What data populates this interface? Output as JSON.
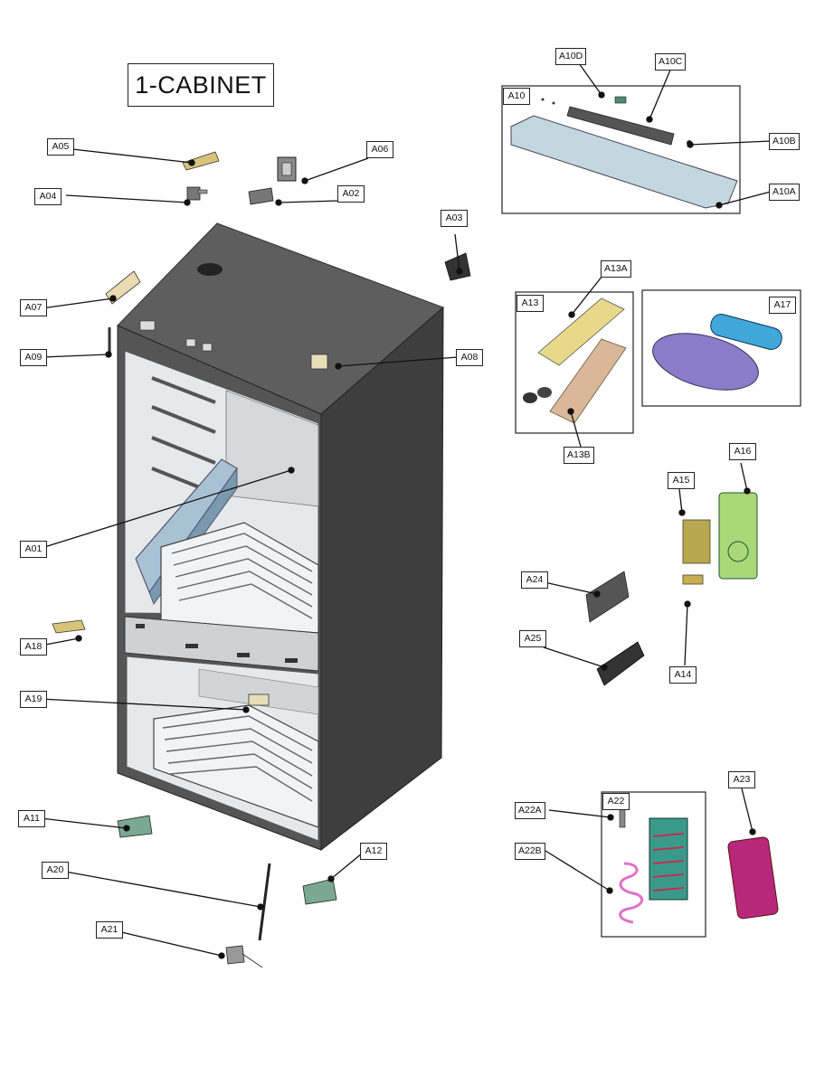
{
  "title": "1-CABINET",
  "labels": {
    "A05": "A05",
    "A06": "A06",
    "A04": "A04",
    "A02": "A02",
    "A03": "A03",
    "A07": "A07",
    "A09": "A09",
    "A08": "A08",
    "A01": "A01",
    "A18": "A18",
    "A19": "A19",
    "A11": "A11",
    "A12": "A12",
    "A20": "A20",
    "A21": "A21",
    "A10D": "A10D",
    "A10C": "A10C",
    "A10": "A10",
    "A10B": "A10B",
    "A10A": "A10A",
    "A13A": "A13A",
    "A13": "A13",
    "A13B": "A13B",
    "A17": "A17",
    "A15": "A15",
    "A16": "A16",
    "A24": "A24",
    "A25": "A25",
    "A14": "A14",
    "A22A": "A22A",
    "A22": "A22",
    "A22B": "A22B",
    "A23": "A23"
  },
  "colors": {
    "cabinet_outer": "#4a4a4a",
    "cabinet_top": "#5a5a5a",
    "cabinet_interior": "#e8e8e8",
    "shelf_blue": "#9db7c9",
    "part_yellow": "#e8d98a",
    "part_tan": "#d8b898",
    "part_purple": "#8a7cc8",
    "part_cyan": "#3fa8d8",
    "part_green": "#a8d878",
    "part_olive": "#b8a850",
    "part_magenta": "#b8287a",
    "part_pink": "#e070c8"
  }
}
